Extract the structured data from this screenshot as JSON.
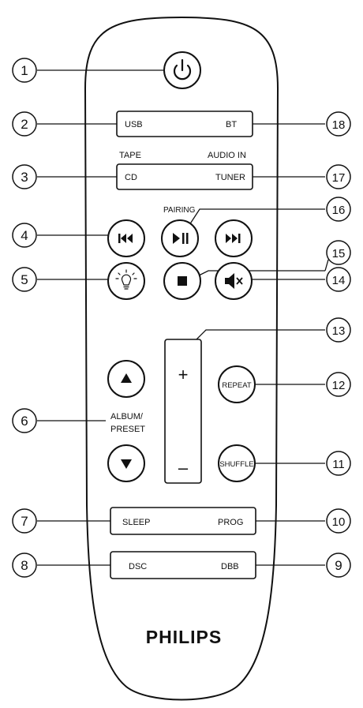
{
  "callouts": [
    "1",
    "2",
    "3",
    "4",
    "5",
    "6",
    "7",
    "8",
    "9",
    "10",
    "11",
    "12",
    "13",
    "14",
    "15",
    "16",
    "17",
    "18"
  ],
  "buttons": {
    "usb": "USB",
    "bt": "BT",
    "tape": "TAPE",
    "audio_in": "AUDIO IN",
    "cd": "CD",
    "tuner": "TUNER",
    "pairing": "PAIRING",
    "album_preset_line1": "ALBUM/",
    "album_preset_line2": "PRESET",
    "volume_plus": "+",
    "volume_minus": "–",
    "repeat": "REPEAT",
    "shuffle": "SHUFFLE",
    "sleep": "SLEEP",
    "prog": "PROG",
    "dsc": "DSC",
    "dbb": "DBB"
  },
  "brand": "PHILIPS"
}
